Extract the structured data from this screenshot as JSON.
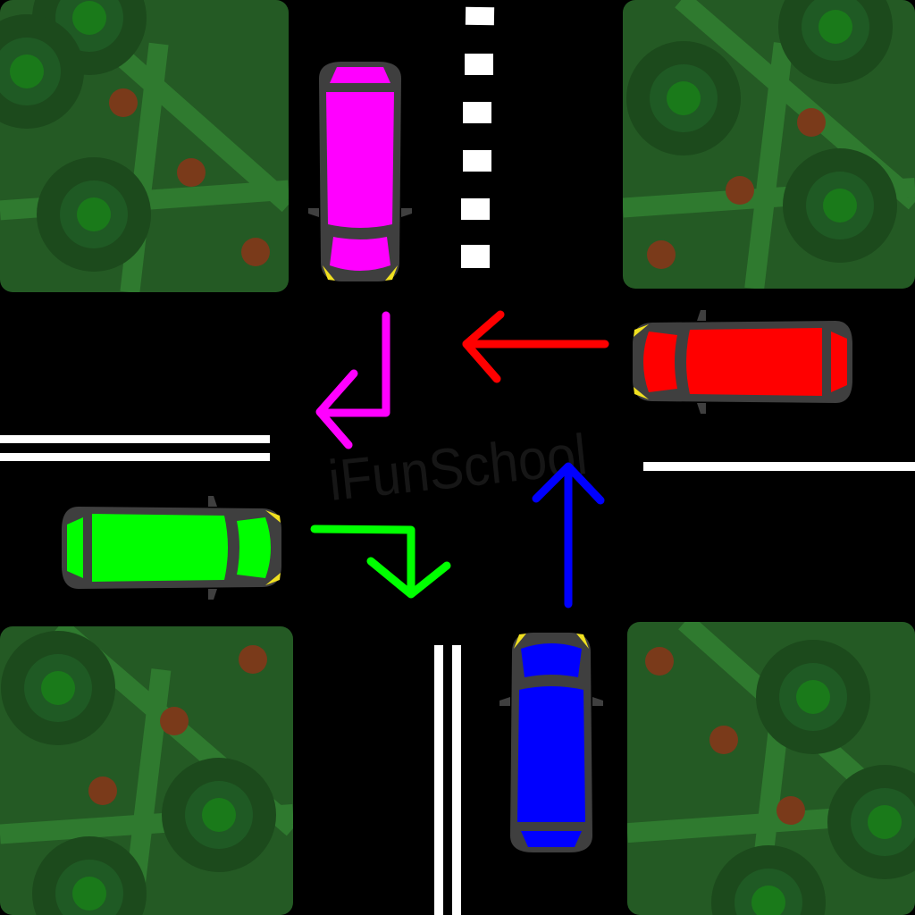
{
  "watermark": "iFunSchool",
  "colors": {
    "road": "#000000",
    "grass": "#245a24",
    "grass_path": "#2f7a2f",
    "tree_outer": "#1c4a1c",
    "tree_mid": "#1f5a24",
    "tree_inner": "#1a7a1a",
    "berry": "#7a3a1a",
    "lane_white": "#ffffff",
    "car_body": "#3f3f3f",
    "headlight": "#f0e020"
  },
  "cars": [
    {
      "name": "magenta-car",
      "color": "#ff00ff",
      "heading": "south"
    },
    {
      "name": "red-car",
      "color": "#ff0000",
      "heading": "west"
    },
    {
      "name": "green-car",
      "color": "#00ff00",
      "heading": "east"
    },
    {
      "name": "blue-car",
      "color": "#0000ff",
      "heading": "north"
    }
  ],
  "arrows": [
    {
      "name": "magenta-arrow",
      "color": "#ff00ff",
      "maneuver": "right-turn"
    },
    {
      "name": "red-arrow",
      "color": "#ff0000",
      "maneuver": "straight"
    },
    {
      "name": "green-arrow",
      "color": "#00ff00",
      "maneuver": "right-turn"
    },
    {
      "name": "blue-arrow",
      "color": "#0000ff",
      "maneuver": "straight"
    }
  ]
}
